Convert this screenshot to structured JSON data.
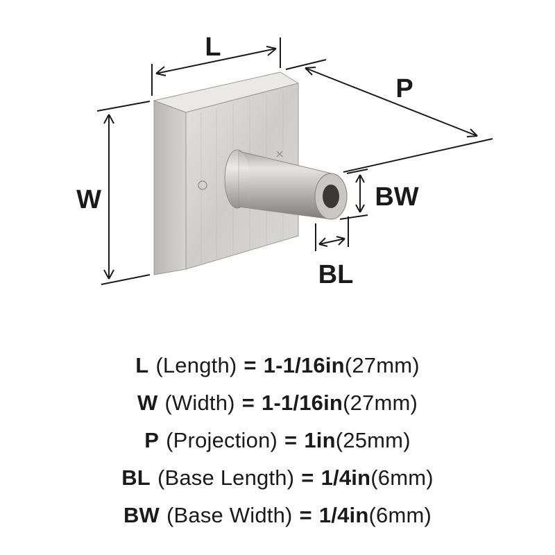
{
  "dimension_labels": {
    "length": "L",
    "width": "W",
    "projection": "P",
    "base_length": "BL",
    "base_width": "BW"
  },
  "specs": [
    {
      "symbol": "L",
      "name": "(Length)",
      "equals": "=",
      "imperial": "1-1/16in",
      "metric": "(27mm)"
    },
    {
      "symbol": "W",
      "name": "(Width)",
      "equals": "=",
      "imperial": "1-1/16in",
      "metric": "(27mm)"
    },
    {
      "symbol": "P",
      "name": "(Projection)",
      "equals": "=",
      "imperial": "1in",
      "metric": "(25mm)"
    },
    {
      "symbol": "BL",
      "name": "(Base Length)",
      "equals": "=",
      "imperial": "1/4in",
      "metric": "(6mm)"
    },
    {
      "symbol": "BW",
      "name": "(Base Width)",
      "equals": "=",
      "imperial": "1/4in",
      "metric": "(6mm)"
    }
  ],
  "colors": {
    "metal_light": "#d9d7d3",
    "metal_mid": "#bdbbb7",
    "metal_dark": "#8e8c88",
    "ink": "#1a1a1a",
    "background": "#ffffff"
  }
}
